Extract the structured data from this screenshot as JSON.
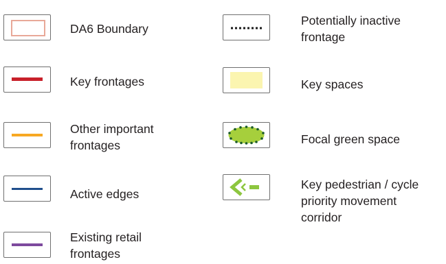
{
  "legend": {
    "items": [
      {
        "label_lines": [
          "DA6 Boundary"
        ],
        "icon": "boundary-rectangle-icon",
        "color": "#e8a898"
      },
      {
        "label_lines": [
          "Key frontages"
        ],
        "icon": "solid-line-icon",
        "color": "#c8202a"
      },
      {
        "label_lines": [
          "Other important",
          "frontages"
        ],
        "icon": "solid-line-icon",
        "color": "#f7a823"
      },
      {
        "label_lines": [
          "Active edges"
        ],
        "icon": "solid-line-icon",
        "color": "#1f4e8c"
      },
      {
        "label_lines": [
          "Existing retail",
          "frontages"
        ],
        "icon": "solid-line-icon",
        "color": "#7d4a9e"
      },
      {
        "label_lines": [
          "Potentially inactive",
          "frontage"
        ],
        "icon": "dotted-line-icon",
        "color": "#1a1a1a"
      },
      {
        "label_lines": [
          "Key spaces"
        ],
        "icon": "fill-rectangle-icon",
        "color": "#fbf5b0"
      },
      {
        "label_lines": [
          "Focal green space"
        ],
        "icon": "green-space-ellipse-icon",
        "color": "#a6cf3c"
      },
      {
        "label_lines": [
          "Key pedestrian / cycle",
          "priority movement",
          "corridor"
        ],
        "icon": "movement-corridor-arrow-icon",
        "color": "#8dc63f"
      }
    ]
  }
}
